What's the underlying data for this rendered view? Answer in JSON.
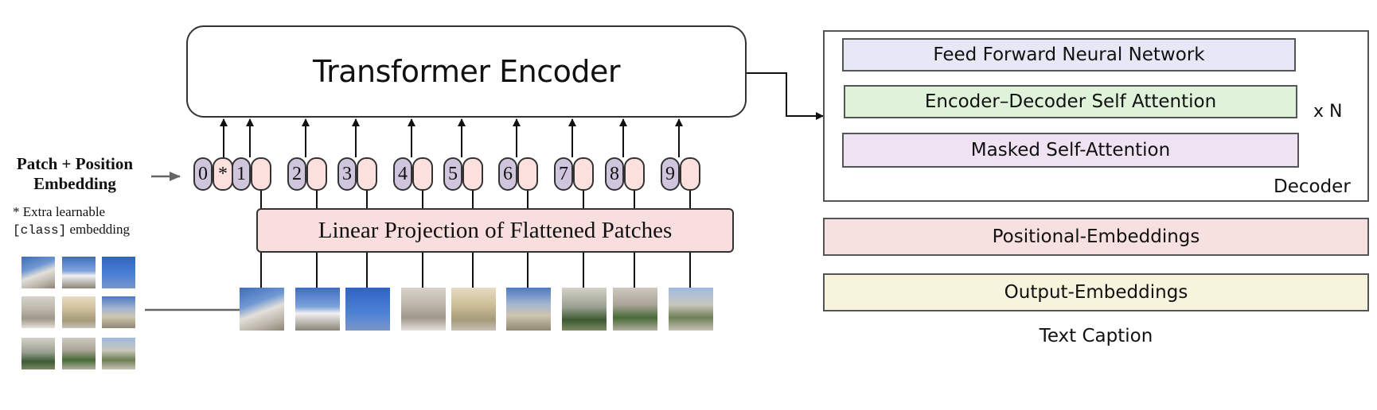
{
  "vit": {
    "encoder_title": "Transformer Encoder",
    "projection_title": "Linear Projection of Flattened Patches",
    "embedding_label_line1": "Patch + Position",
    "embedding_label_line2": "Embedding",
    "note_star": "* Extra learnable",
    "note_class": "[class]",
    "note_embedding": "embedding",
    "class_token_num": "0",
    "class_token_symbol": "*",
    "patch_numbers": [
      "1",
      "2",
      "3",
      "4",
      "5",
      "6",
      "7",
      "8",
      "9"
    ]
  },
  "decoder": {
    "layers": [
      {
        "label": "Feed Forward Neural Network",
        "color": "#e6e9f5"
      },
      {
        "label": "Encoder–Decoder Self Attention",
        "color": "#dff2da"
      },
      {
        "label": "Masked Self-Attention",
        "color": "#efe2f3"
      }
    ],
    "repeat_label": "x N",
    "box_label": "Decoder",
    "positional_embeddings": {
      "label": "Positional-Embeddings",
      "color": "#f6e1e0"
    },
    "output_embeddings": {
      "label": "Output-Embeddings",
      "color": "#f6f4dc"
    },
    "caption": "Text Caption"
  },
  "colors": {
    "token_num_fill": "#cfc6dd",
    "token_emb_fill": "#fbe0de",
    "projection_fill": "#f8dedd",
    "arrow_gray": "#666666"
  },
  "patch_images": [
    "palace-roof-patch",
    "sky-tower-patch",
    "blue-sky-patch",
    "facade-left-patch",
    "facade-center-patch",
    "tower-patch",
    "garden-left-patch",
    "garden-center-patch",
    "garden-right-patch"
  ]
}
